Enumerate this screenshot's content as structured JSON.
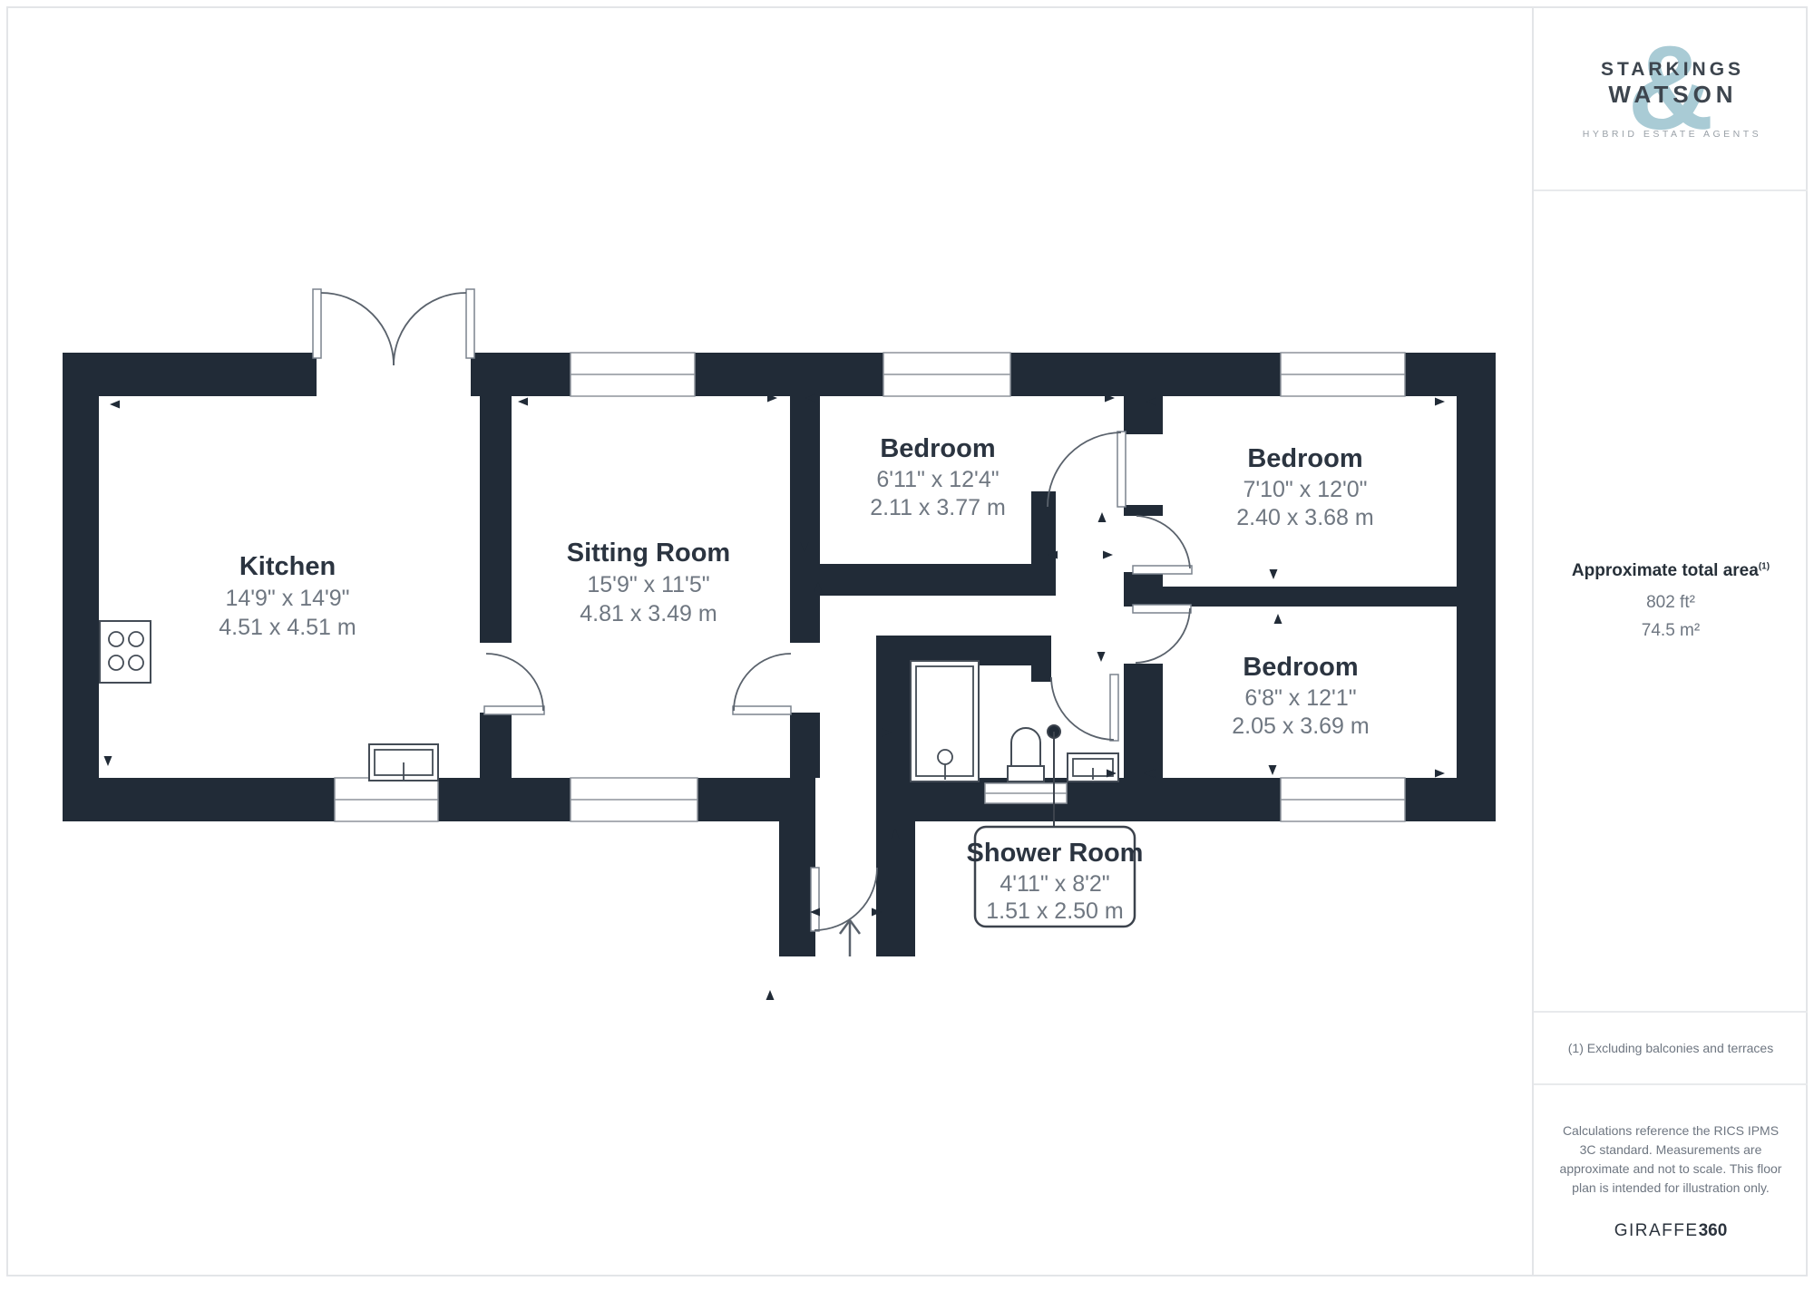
{
  "branding": {
    "line1": "STARKINGS",
    "ampersand": "&",
    "line2": "WATSON",
    "tagline": "HYBRID ESTATE AGENTS",
    "accent_color": "#a9cbd5",
    "text_color": "#3d454e"
  },
  "area_panel": {
    "title": "Approximate total area",
    "footnote_marker": "(1)",
    "value_imperial": "802 ft²",
    "value_metric": "74.5 m²"
  },
  "footnote": "(1) Excluding balconies and terraces",
  "disclaimer": "Calculations reference the RICS IPMS 3C standard. Measurements are approximate and not to scale. This floor plan is intended for illustration only.",
  "provider": {
    "name": "GIRAFFE",
    "suffix": "360"
  },
  "rooms": [
    {
      "name": "Kitchen",
      "imperial": "14'9\" x 14'9\"",
      "metric": "4.51 x 4.51 m"
    },
    {
      "name": "Sitting Room",
      "imperial": "15'9\" x 11'5\"",
      "metric": "4.81 x 3.49 m"
    },
    {
      "name": "Bedroom",
      "imperial": "6'11\" x 12'4\"",
      "metric": "2.11 x 3.77 m"
    },
    {
      "name": "Bedroom",
      "imperial": "7'10\" x 12'0\"",
      "metric": "2.40 x 3.68 m"
    },
    {
      "name": "Bedroom",
      "imperial": "6'8\" x 12'1\"",
      "metric": "2.05 x 3.69 m"
    },
    {
      "name": "Shower Room",
      "imperial": "4'11\" x 8'2\"",
      "metric": "1.51 x 2.50 m"
    }
  ],
  "colors": {
    "wall": "#212b37",
    "dim_text": "#6f7781",
    "title_text": "#2b3440"
  }
}
